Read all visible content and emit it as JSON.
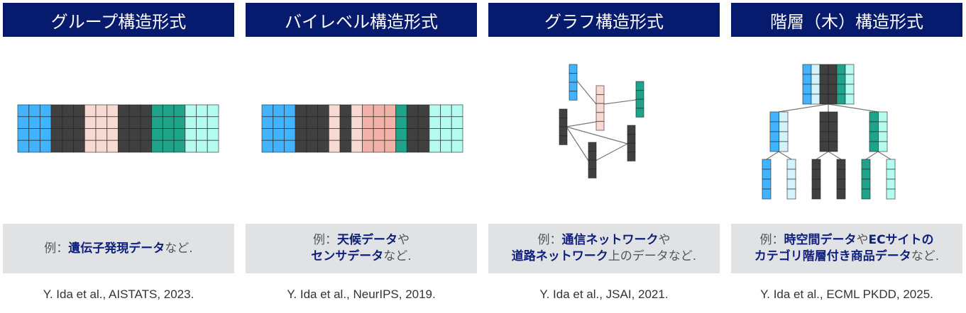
{
  "panels": [
    {
      "title": "グループ構造形式",
      "line1": [
        {
          "t": "例：",
          "b": false
        },
        {
          "t": "遺伝子発現データ",
          "b": true
        },
        {
          "t": "など.",
          "b": false
        }
      ],
      "line2": [],
      "citation": "Y. Ida et al., AISTATS, 2023."
    },
    {
      "title": "バイレベル構造形式",
      "line1": [
        {
          "t": "例：",
          "b": false
        },
        {
          "t": "天候データ",
          "b": true
        },
        {
          "t": "や",
          "b": false
        }
      ],
      "line2": [
        {
          "t": "センサデータ",
          "b": true
        },
        {
          "t": "など.",
          "b": false
        }
      ],
      "citation": "Y. Ida et al., NeurIPS, 2019."
    },
    {
      "title": "グラフ構造形式",
      "line1": [
        {
          "t": "例：",
          "b": false
        },
        {
          "t": "通信ネットワーク",
          "b": true
        },
        {
          "t": "や",
          "b": false
        }
      ],
      "line2": [
        {
          "t": "道路ネットワーク",
          "b": true
        },
        {
          "t": "上のデータなど.",
          "b": false
        }
      ],
      "citation": "Y. Ida et al., JSAI, 2021."
    },
    {
      "title": "階層（木）構造形式",
      "line1": [
        {
          "t": "例：",
          "b": false
        },
        {
          "t": "時空間データ",
          "b": true
        },
        {
          "t": "や",
          "b": false
        },
        {
          "t": "ECサイトの",
          "b": true
        }
      ],
      "line2": [
        {
          "t": "カテゴリ階層付き商品データ",
          "b": true
        },
        {
          "t": "など.",
          "b": false
        }
      ],
      "citation": "Y. Ida et al., ECML PKDD, 2025."
    }
  ],
  "colors": {
    "blue": "#42b4ff",
    "dark": "#404040",
    "pink": "#f9d9d4",
    "salmon": "#f2b2a8",
    "green": "#1fa38a",
    "cyan": "#b4fcef",
    "lightcyan": "#d2f3fb",
    "header": "#061a6e"
  },
  "group_columns": [
    "blue",
    "blue",
    "blue",
    "dark",
    "dark",
    "dark",
    "pink",
    "pink",
    "pink",
    "dark",
    "dark",
    "dark",
    "green",
    "green",
    "green",
    "cyan",
    "cyan",
    "cyan"
  ],
  "bilevel_columns": [
    "blue",
    "blue",
    "blue",
    "dark",
    "dark",
    "dark",
    "pink",
    "dark",
    "pink",
    "salmon",
    "salmon",
    "salmon",
    "green",
    "dark",
    "dark",
    "cyan",
    "cyan",
    "cyan"
  ]
}
